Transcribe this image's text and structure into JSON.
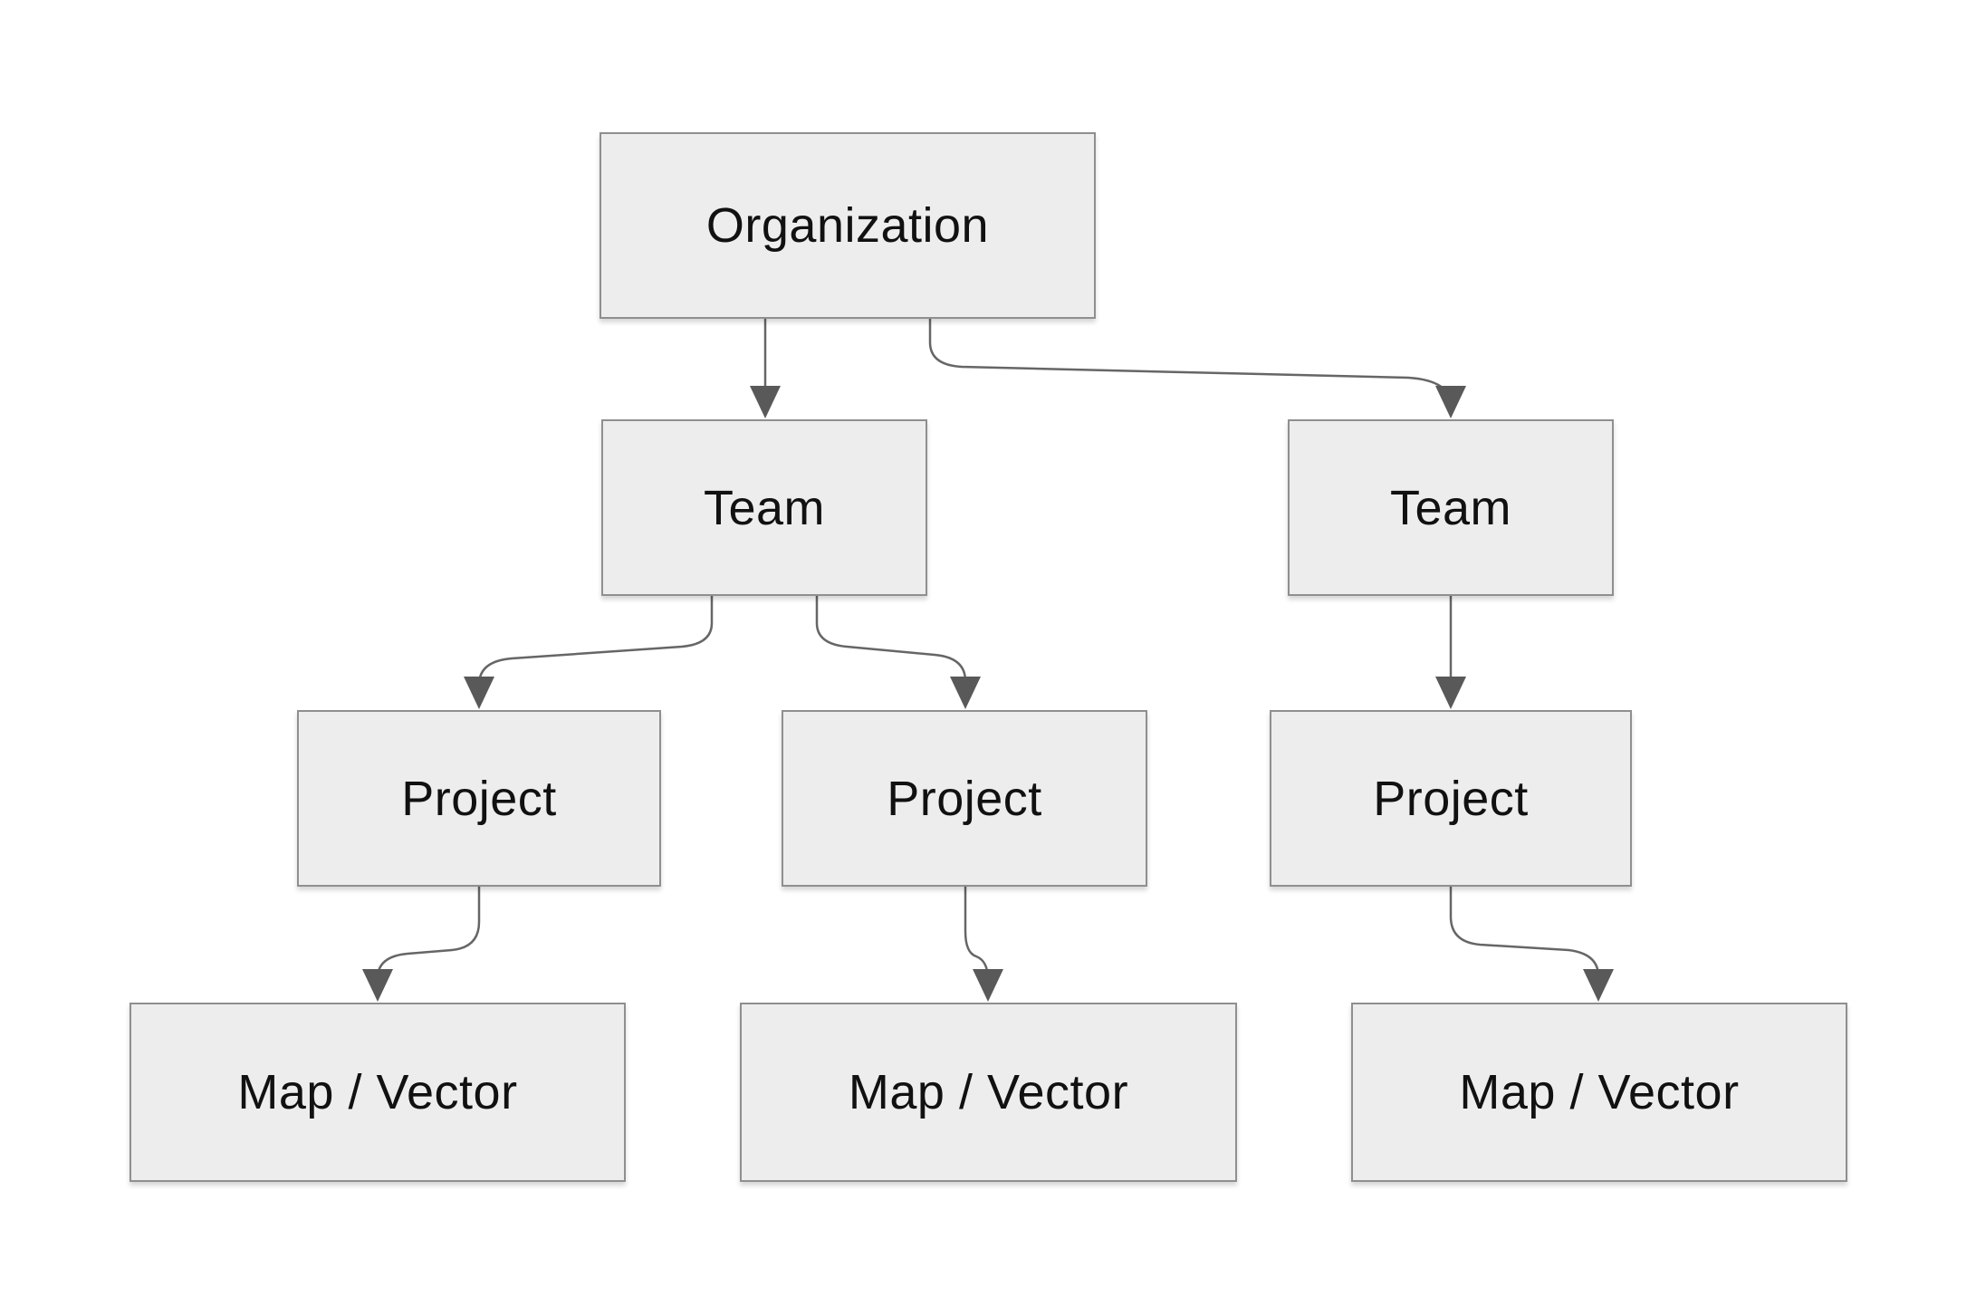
{
  "diagram": {
    "type": "hierarchy-flowchart",
    "background": "#ffffff",
    "colors": {
      "node_fill": "#ededed",
      "node_border": "#8f8f8f",
      "node_text": "#111111",
      "connector": "#666666",
      "arrowhead": "#595959"
    },
    "nodes": {
      "organization": {
        "label": "Organization"
      },
      "team1": {
        "label": "Team"
      },
      "team2": {
        "label": "Team"
      },
      "project1": {
        "label": "Project"
      },
      "project2": {
        "label": "Project"
      },
      "project3": {
        "label": "Project"
      },
      "map1": {
        "label": "Map / Vector"
      },
      "map2": {
        "label": "Map / Vector"
      },
      "map3": {
        "label": "Map / Vector"
      }
    },
    "edges": [
      {
        "from": "organization",
        "to": "team1"
      },
      {
        "from": "organization",
        "to": "team2"
      },
      {
        "from": "team1",
        "to": "project1"
      },
      {
        "from": "team1",
        "to": "project2"
      },
      {
        "from": "team2",
        "to": "project3"
      },
      {
        "from": "project1",
        "to": "map1"
      },
      {
        "from": "project2",
        "to": "map2"
      },
      {
        "from": "project3",
        "to": "map3"
      }
    ]
  }
}
